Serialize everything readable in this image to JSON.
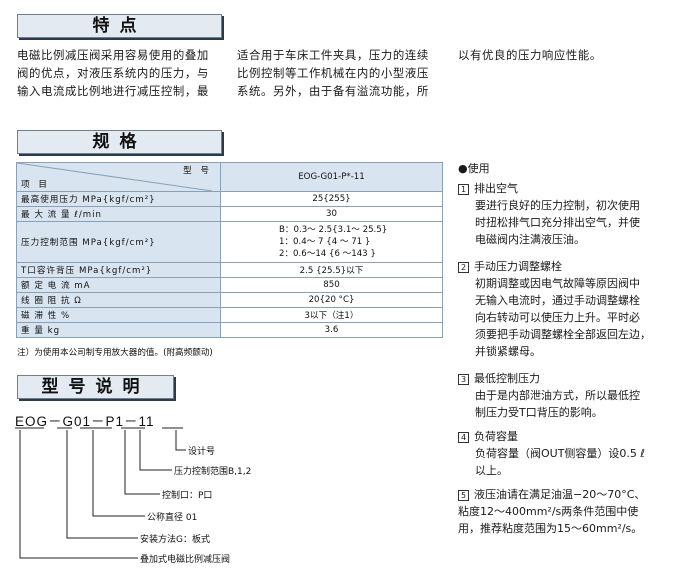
{
  "sections": {
    "features": "特点",
    "specs": "规格",
    "model": "型号说明"
  },
  "features_text": {
    "col1": [
      "电磁比例减压阀采用容易使用的叠加",
      "阀的优点，对液压系统内的压力，与",
      "输入电流成比例地进行减压控制，最"
    ],
    "col2": [
      "适合用于车床工件夹具，压力的连续",
      "比例控制等工作机械在内的小型液压",
      "系统。另外，由于备有溢流功能，所"
    ],
    "col3": [
      "以有优良的压力响应性能。"
    ]
  },
  "spec_table": {
    "header_model": "型 号",
    "header_item": "项 目",
    "model_value": "EOG-G01-P*-11",
    "rows": [
      {
        "label": "最高使用压力  MPa{kgf/cm²}",
        "value": "25{255}"
      },
      {
        "label": "最 大 流 量  ℓ/min",
        "value": "30"
      },
      {
        "label": "压力控制范围  MPa{kgf/cm²}",
        "lines": [
          "B：0.3～ 2.5{3.1～ 25.5}",
          "1：0.4～ 7  {4  ～ 71  }",
          "2：0.6～14  {6  ～143  }"
        ]
      },
      {
        "label": "T口容许背压  MPa{kgf/cm²}",
        "value": "2.5 {25.5}以下"
      },
      {
        "label": "额 定 电 流  mA",
        "value": "850"
      },
      {
        "label": "线 圈 阻 抗  Ω",
        "value": "20{20 °C}"
      },
      {
        "label": "磁   滞 性  %",
        "value": "3以下（注1）"
      },
      {
        "label": "重     量  kg",
        "value": "3.6"
      }
    ],
    "note": "注）为使用本公司制专用放大器的值。(附高频颤动)"
  },
  "model_code": {
    "code": "EOG－G01－P1－11",
    "labels": [
      "设计号",
      "压力控制范围B,1,2",
      "控制口：P口",
      "公称直径 01",
      "安装方法G：板式",
      "叠加式电磁比例减压阀"
    ]
  },
  "usage": {
    "title": "●使用",
    "items": [
      {
        "num": "1",
        "head": "排出空气",
        "lines": [
          "要进行良好的压力控制，初次使用",
          "时扭松排气口充分排出空气，并使",
          "电磁阀内注满液压油。"
        ]
      },
      {
        "num": "2",
        "head": "手动压力调整螺栓",
        "lines": [
          "初期调整或因电气故障等原因阀中",
          "无输入电流时，通过手动调整螺栓",
          "向右转动可以使压力上升。平时必",
          "须要把手动调整螺栓全部返回左边，",
          "并锁紧螺母。"
        ]
      },
      {
        "num": "3",
        "head": "最低控制压力",
        "lines": [
          "由于是内部泄油方式，所以最低控",
          "制压力受T口背压的影响。"
        ]
      },
      {
        "num": "4",
        "head": "负荷容量",
        "lines": [
          "负荷容量（阀OUT侧容量）设0.5 ℓ",
          "以上。"
        ]
      },
      {
        "num": "5",
        "head": "液压油请在满足油温−20～70°C、",
        "lines": [
          "粘度12～400mm²/s两条件范围中使",
          "用，推荐粘度范围为15～60mm²/s。"
        ]
      }
    ]
  }
}
